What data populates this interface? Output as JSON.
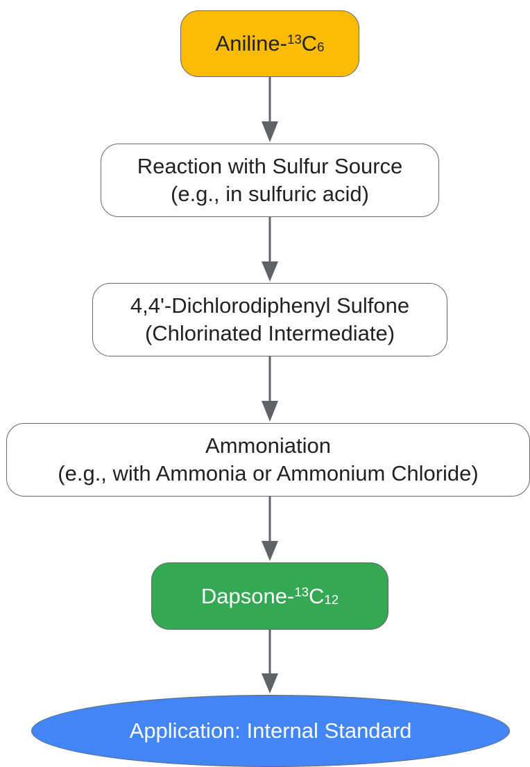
{
  "colors": {
    "start_fill": "#F9BC02",
    "product_fill": "#34A853",
    "application_fill": "#4285F4",
    "process_fill": "#FFFFFF",
    "border": "#666666",
    "arrow": "#5F6368"
  },
  "nodes": {
    "start": {
      "name": "Aniline-",
      "isotope": "13",
      "element": "C",
      "count": "6"
    },
    "step1": {
      "line1": "Reaction with Sulfur Source",
      "line2": "(e.g., in sulfuric acid)"
    },
    "step2": {
      "line1": "4,4'-Dichlorodiphenyl Sulfone",
      "line2": "(Chlorinated Intermediate)"
    },
    "step3": {
      "line1": "Ammoniation",
      "line2": "(e.g., with Ammonia or Ammonium Chloride)"
    },
    "product": {
      "name": "Dapsone-",
      "isotope": "13",
      "element": "C",
      "count": "12"
    },
    "application": {
      "label": "Application: Internal Standard"
    }
  }
}
